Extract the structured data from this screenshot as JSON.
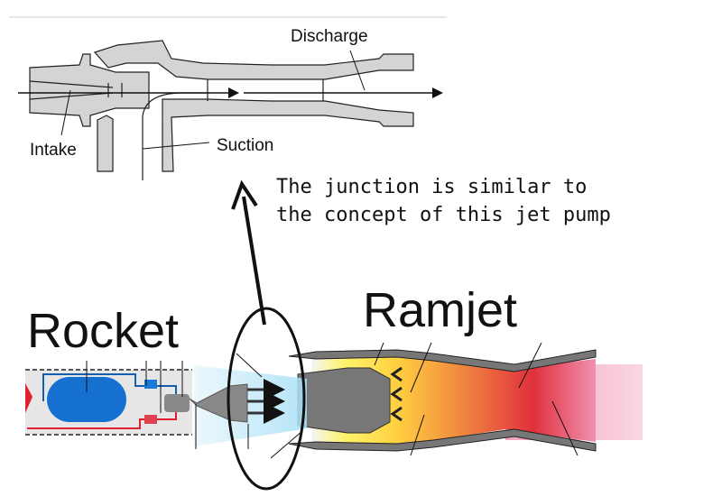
{
  "jet_pump": {
    "labels": {
      "discharge": "Discharge",
      "intake": "Intake",
      "suction": "Suction"
    }
  },
  "annotation": {
    "line1": "The junction is similar to",
    "line2": "the concept of this jet pump"
  },
  "titles": {
    "rocket": "Rocket",
    "ramjet": "Ramjet"
  },
  "colors": {
    "pump_body": "#d4d4d4",
    "tank_blue": "#1670d0",
    "oxidizer_red": "#e02030",
    "exhaust_cyan": "#bfe8f8",
    "flame_yellow": "#ffee44",
    "flame_red": "#e03040",
    "plume_pink": "#f6b8cc"
  }
}
